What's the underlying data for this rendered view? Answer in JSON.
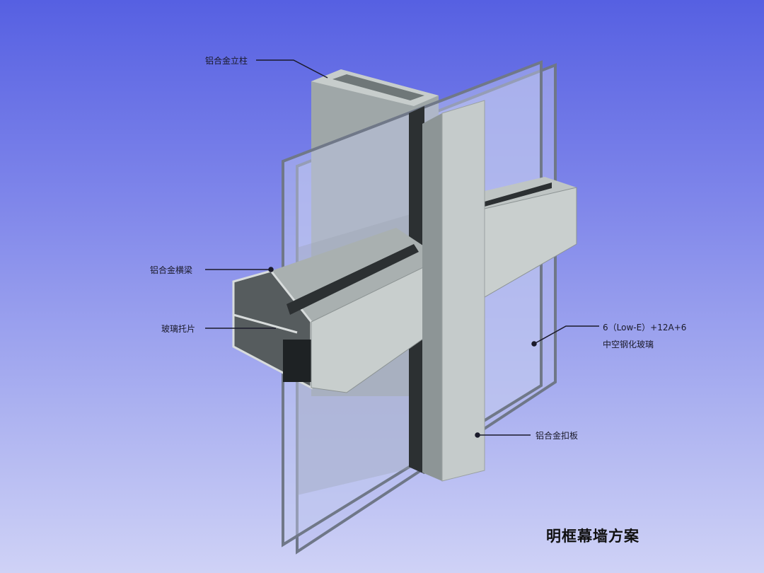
{
  "labels": {
    "mullion": "铝合金立柱",
    "transom": "铝合金横梁",
    "glass_support": "玻璃托片",
    "glass_spec": "6（Low-E）+12A+6",
    "glass_type": "中空钢化玻璃",
    "cover_plate": "铝合金扣板"
  },
  "title": "明框幕墙方案"
}
